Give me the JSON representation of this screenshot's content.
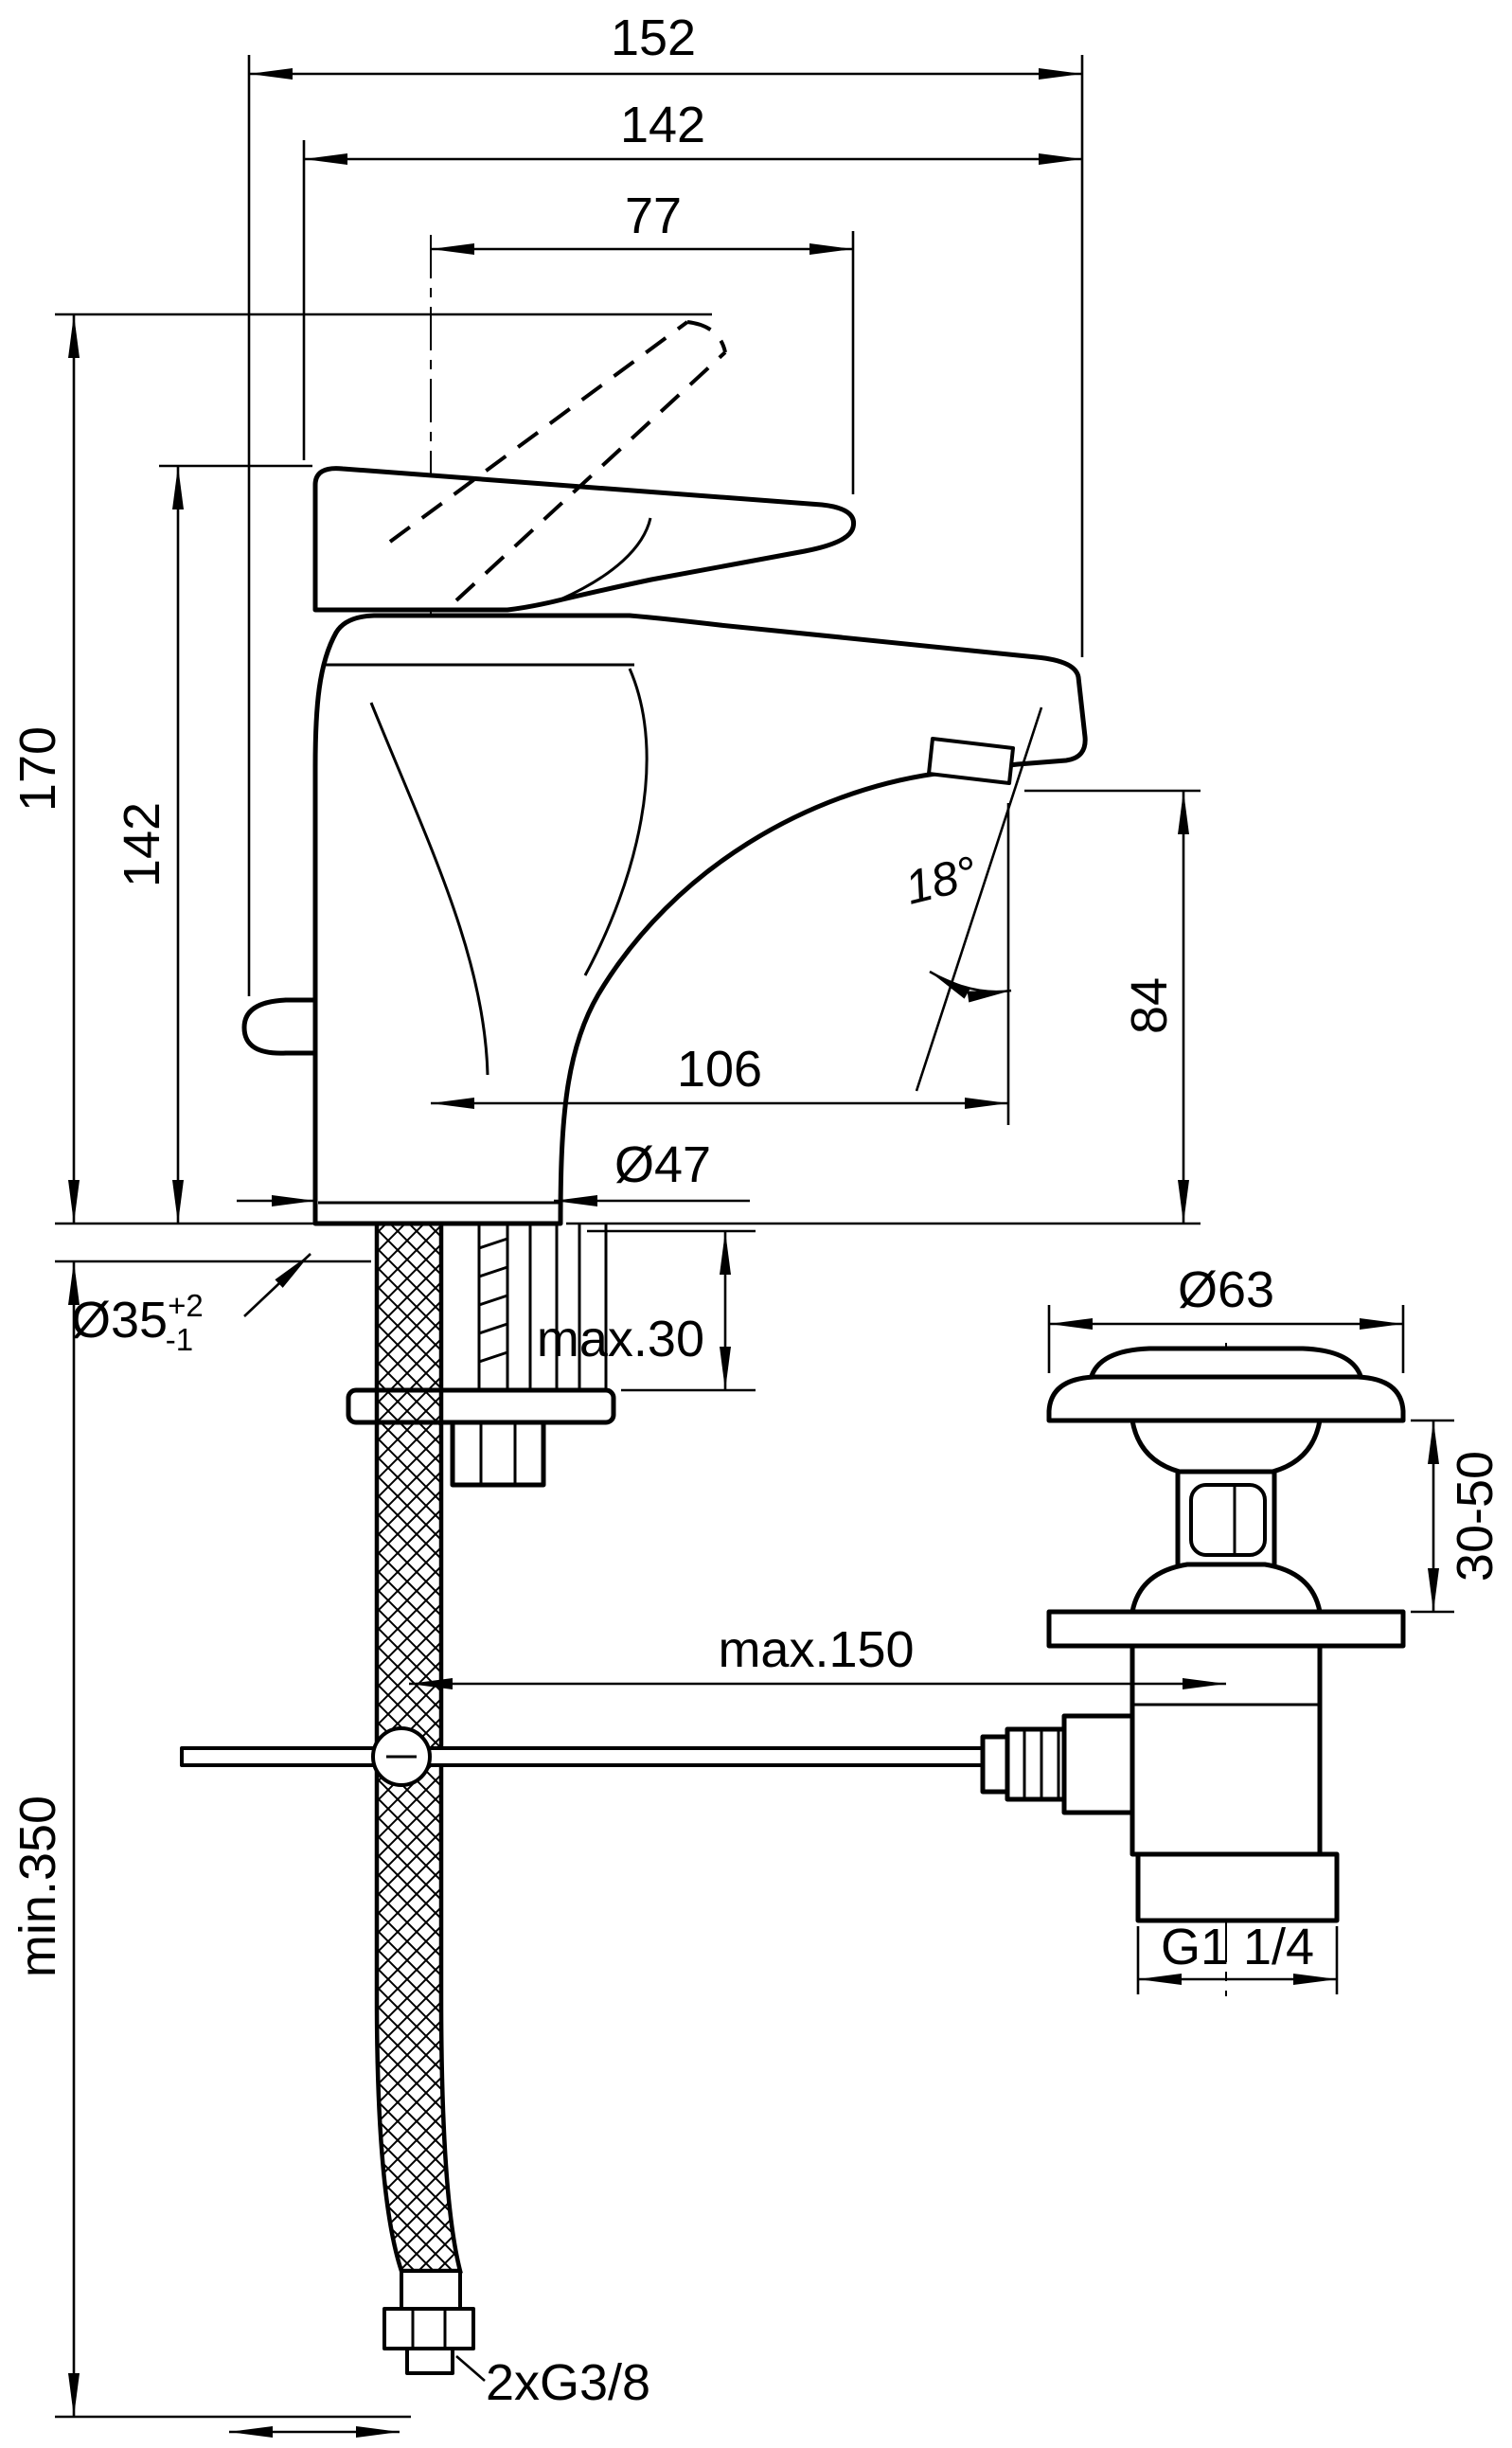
{
  "drawing": {
    "type": "technical-dimension-drawing",
    "subject": "single-lever basin mixer with pop-up waste",
    "units": "mm",
    "colors": {
      "line": "#000000",
      "background": "#ffffff"
    }
  },
  "dims": {
    "overall_depth": "152",
    "spout_to_back": "142",
    "handle_projection": "77",
    "overall_height": "170",
    "handle_height": "142",
    "spout_angle": "18°",
    "outlet_height": "84",
    "spout_reach": "106",
    "base_diameter": "Ø47",
    "mounting_hole": "Ø35",
    "mounting_hole_tol_plus": "+2",
    "mounting_hole_tol_minus": "-1",
    "max_deck_thickness": "max.30",
    "waste_cap_diameter": "Ø63",
    "waste_height_range": "30-50",
    "max_rod_distance": "max.150",
    "min_hose_length": "min.350",
    "waste_thread": "G1 1/4",
    "hose_thread": "2xG3/8"
  }
}
